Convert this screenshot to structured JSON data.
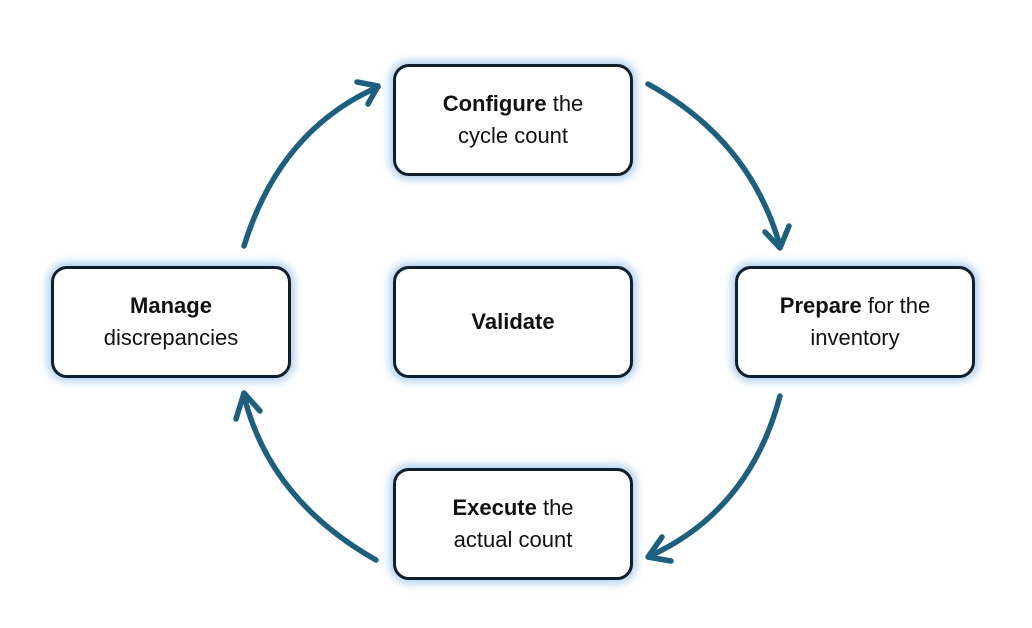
{
  "diagram": {
    "arrow_color": "#1d5f7e",
    "box_border_color": "#0f1f2c",
    "box_glow_color": "#8dbde6",
    "steps": {
      "configure": {
        "bold": "Configure",
        "rest": " the",
        "line2": "cycle count"
      },
      "prepare": {
        "bold": "Prepare",
        "rest": " for the",
        "line2": "inventory"
      },
      "execute": {
        "bold": "Execute",
        "rest": " the",
        "line2": "actual count"
      },
      "manage": {
        "bold": "Manage",
        "rest": "",
        "line2": "discrepancies"
      },
      "center": {
        "bold": "Validate"
      }
    },
    "flow": [
      "configure",
      "prepare",
      "execute",
      "manage",
      "configure"
    ]
  }
}
